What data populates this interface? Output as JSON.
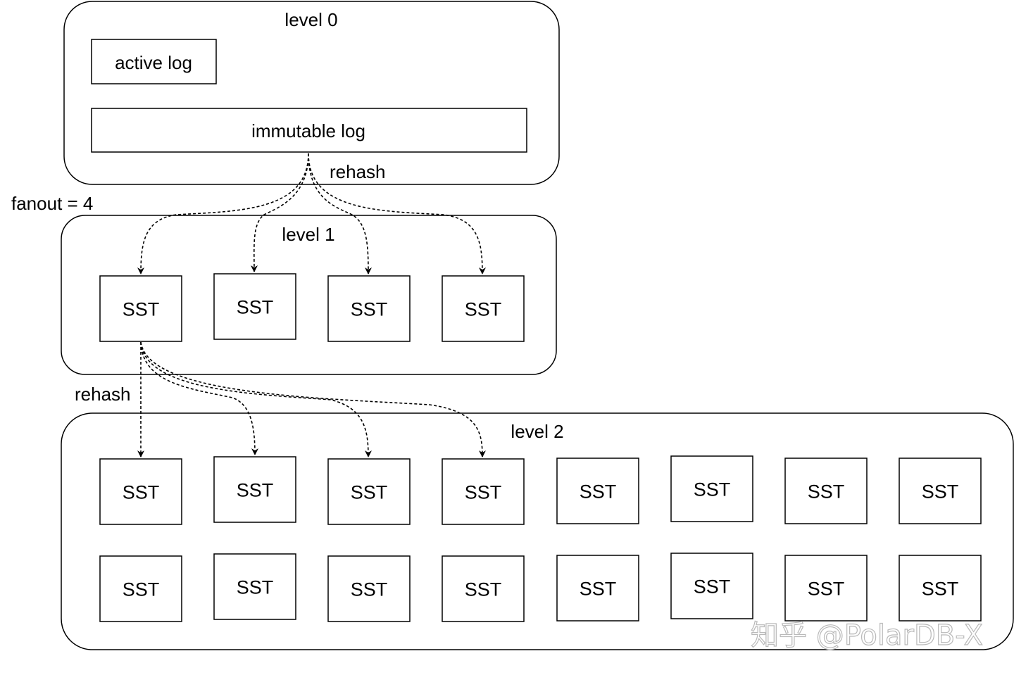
{
  "level0": {
    "title": "level 0",
    "active_log": "active log",
    "immutable_log": "immutable log"
  },
  "rehash_label_top": "rehash",
  "fanout_label": "fanout = 4",
  "level1": {
    "title": "level 1",
    "sst_labels": [
      "SST",
      "SST",
      "SST",
      "SST"
    ]
  },
  "rehash_label_left": "rehash",
  "level2": {
    "title": "level 2",
    "rows": [
      [
        "SST",
        "SST",
        "SST",
        "SST",
        "SST",
        "SST",
        "SST",
        "SST"
      ],
      [
        "SST",
        "SST",
        "SST",
        "SST",
        "SST",
        "SST",
        "SST",
        "SST"
      ]
    ]
  },
  "watermark": "知乎 @PolarDB-X"
}
